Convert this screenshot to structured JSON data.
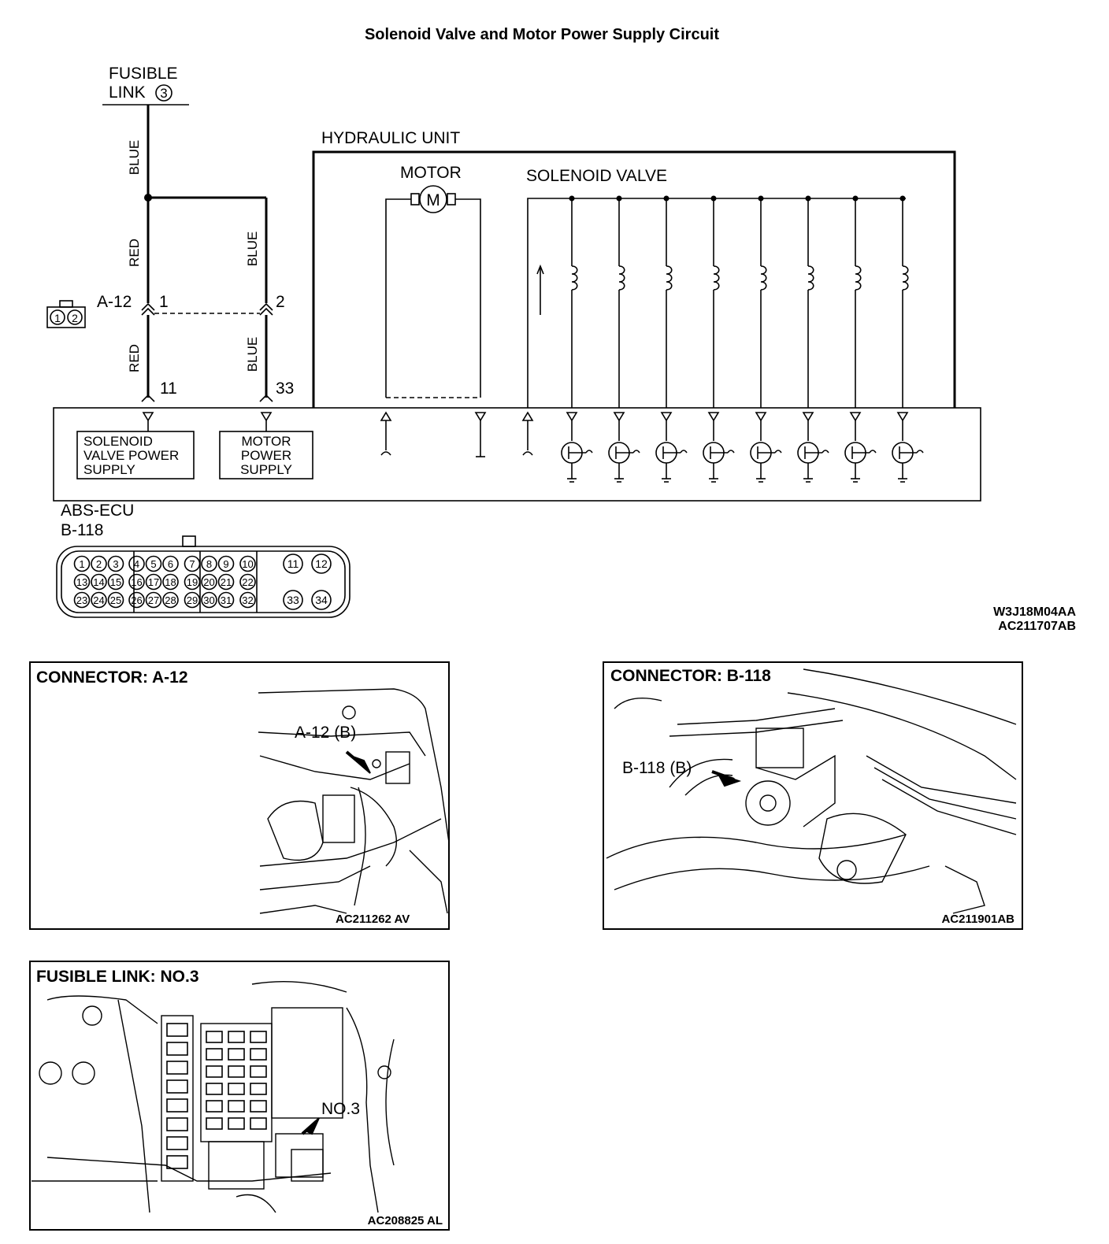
{
  "title": "Solenoid Valve and Motor Power Supply Circuit",
  "fusible_link": {
    "line1": "FUSIBLE",
    "line2": "LINK",
    "number": "3"
  },
  "wire_colors": {
    "blue": "BLUE",
    "red": "RED"
  },
  "hydraulic_unit": {
    "label": "HYDRAULIC UNIT",
    "motor_label": "MOTOR",
    "motor_symbol": "M",
    "solenoid_label": "SOLENOID VALVE"
  },
  "connector_a12": {
    "name": "A-12",
    "pin1": "1",
    "pin2": "2",
    "icon_pins": [
      "1",
      "2"
    ]
  },
  "ecu": {
    "name": "ABS-ECU",
    "connector": "B-118",
    "terminal_left": "11",
    "terminal_right": "33",
    "box_solenoid": [
      "SOLENOID",
      "VALVE POWER",
      "SUPPLY"
    ],
    "box_motor": [
      "MOTOR",
      "POWER",
      "SUPPLY"
    ]
  },
  "b118_pins": {
    "row1": [
      "1",
      "2",
      "3",
      "4",
      "5",
      "6",
      "7",
      "8",
      "9",
      "10",
      "11",
      "12"
    ],
    "row2": [
      "13",
      "14",
      "15",
      "16",
      "17",
      "18",
      "19",
      "20",
      "21",
      "22"
    ],
    "row3": [
      "23",
      "24",
      "25",
      "26",
      "27",
      "28",
      "29",
      "30",
      "31",
      "32",
      "33",
      "34"
    ]
  },
  "diagram_codes": {
    "code1": "W3J18M04AA",
    "code2": "AC211707AB"
  },
  "panels": {
    "a12": {
      "title": "CONNECTOR: A-12",
      "callout": "A-12 (B)",
      "code": "AC211262 AV"
    },
    "b118": {
      "title": "CONNECTOR: B-118",
      "callout": "B-118 (B)",
      "code": "AC211901AB"
    },
    "fuse": {
      "title": "FUSIBLE LINK: NO.3",
      "callout": "NO.3",
      "code": "AC208825 AL"
    }
  }
}
